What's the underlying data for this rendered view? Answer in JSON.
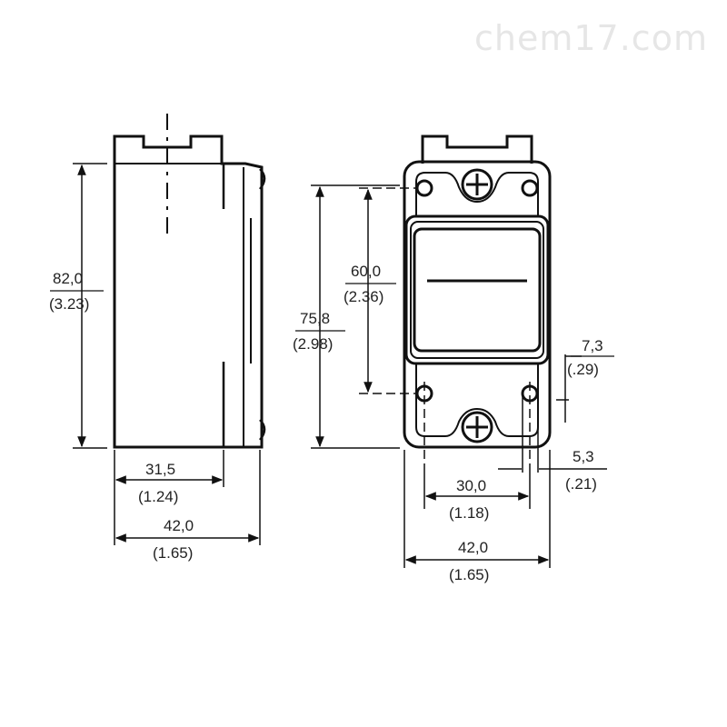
{
  "watermark": "chem17.com",
  "side_view": {
    "height": {
      "mm": "82,0",
      "inch": "(3.23)"
    },
    "depth_inner": {
      "mm": "31,5",
      "inch": "(1.24)"
    },
    "width_total": {
      "mm": "42,0",
      "inch": "(1.65)"
    }
  },
  "front_view": {
    "height_outer": {
      "mm": "75,8",
      "inch": "(2.98)"
    },
    "height_inner": {
      "mm": "60,0",
      "inch": "(2.36)"
    },
    "hole_offset": {
      "mm": "7,3",
      "inch": "(.29)"
    },
    "hole_dia": {
      "mm": "5,3",
      "inch": "(.21)"
    },
    "hole_spacing": {
      "mm": "30,0",
      "inch": "(1.18)"
    },
    "width_total": {
      "mm": "42,0",
      "inch": "(1.65)"
    }
  }
}
